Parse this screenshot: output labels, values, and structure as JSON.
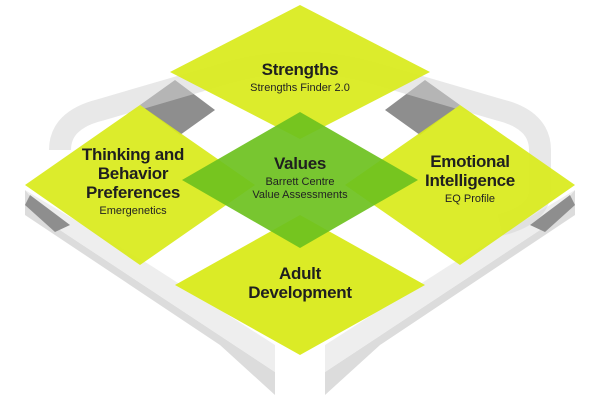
{
  "colors": {
    "yellow": "#d9ea1a",
    "green": "#6cc11e",
    "base_light": "#e4e4e4",
    "base_side": "#d3d3d3",
    "base_dark": "#8e8e8e"
  },
  "nodes": {
    "top": {
      "title": "Strengths",
      "subtitle": "Strengths Finder 2.0"
    },
    "left": {
      "title_lines": [
        "Thinking and",
        "Behavior",
        "Preferences"
      ],
      "subtitle": "Emergenetics"
    },
    "right": {
      "title_lines": [
        "Emotional",
        "Intelligence"
      ],
      "subtitle": "EQ Profile"
    },
    "center": {
      "title": "Values",
      "subtitle_lines": [
        "Barrett Centre",
        "Value Assessments"
      ]
    },
    "bottom": {
      "title_lines": [
        "Adult",
        "Development"
      ]
    }
  }
}
